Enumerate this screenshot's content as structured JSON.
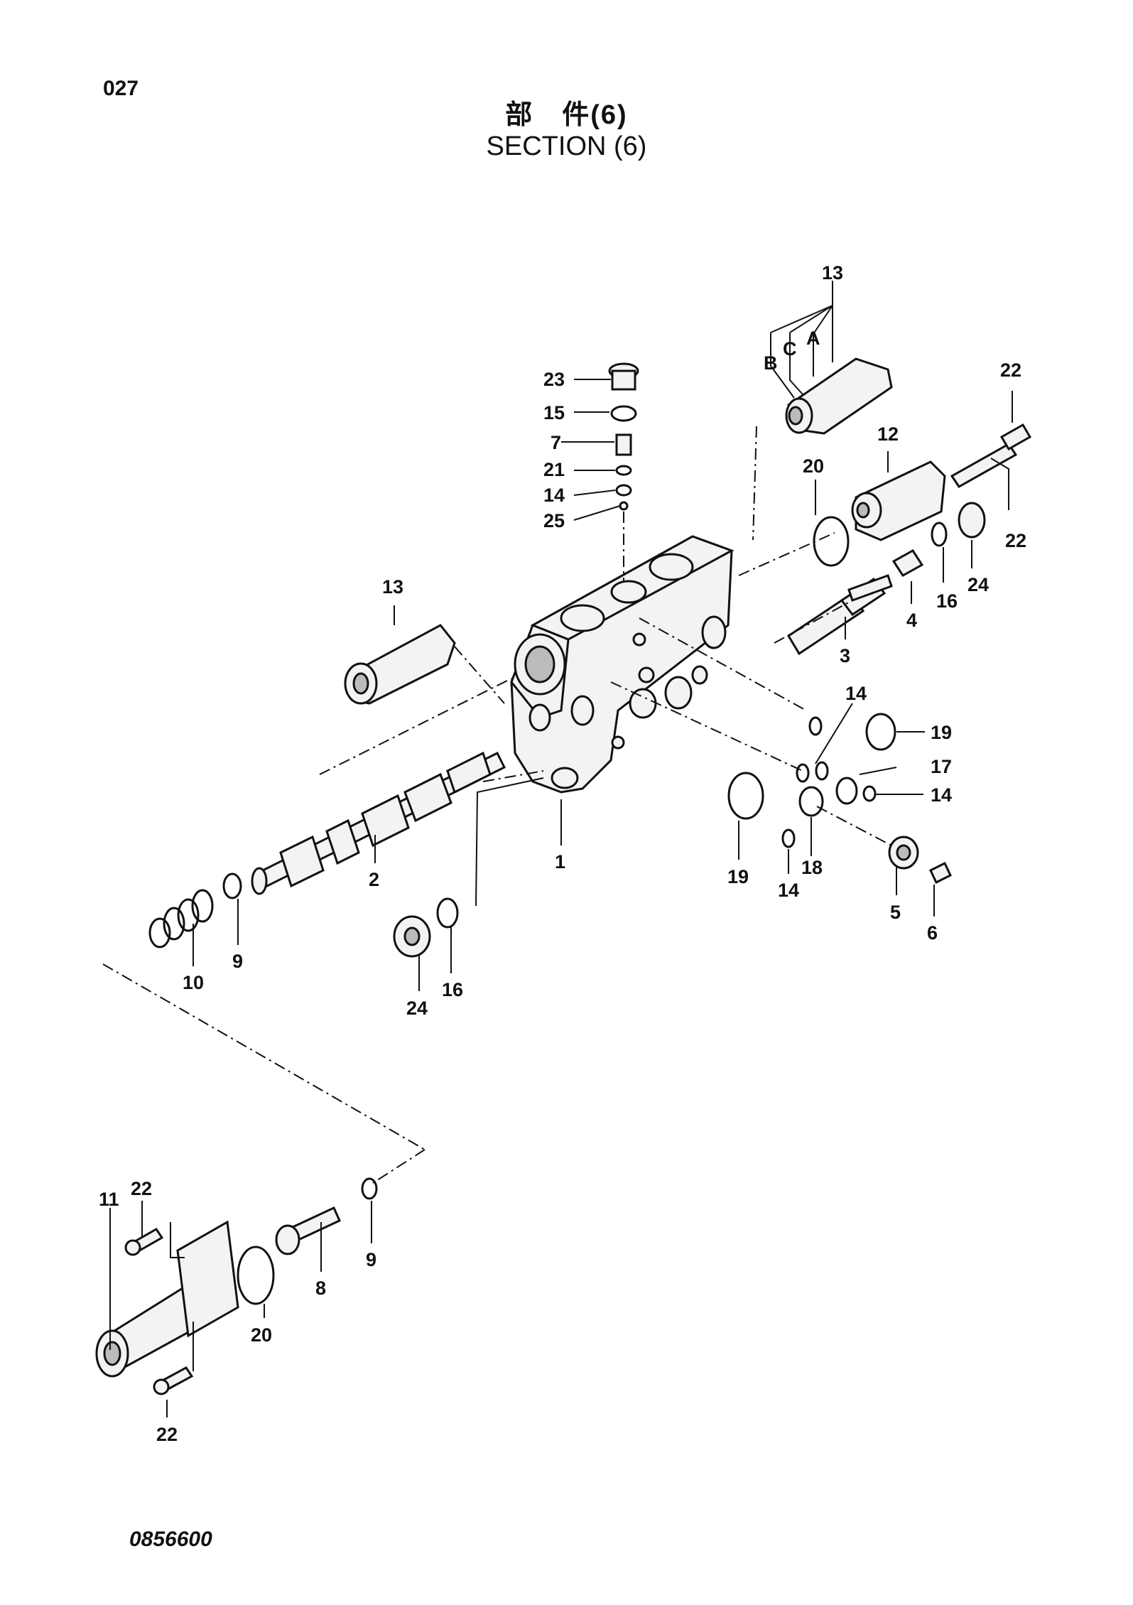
{
  "header": {
    "page_number": "027",
    "title_ja": "部　件(6)",
    "title_en": "SECTION (6)"
  },
  "footer": {
    "drawing_number": "0856600"
  },
  "callouts": [
    {
      "id": "c13a",
      "label": "13"
    },
    {
      "id": "cB",
      "label": "B"
    },
    {
      "id": "cC",
      "label": "C"
    },
    {
      "id": "cA",
      "label": "A"
    },
    {
      "id": "c22a",
      "label": "22"
    },
    {
      "id": "c23",
      "label": "23"
    },
    {
      "id": "c15",
      "label": "15"
    },
    {
      "id": "c7",
      "label": "7"
    },
    {
      "id": "c21",
      "label": "21"
    },
    {
      "id": "c14a",
      "label": "14"
    },
    {
      "id": "c25",
      "label": "25"
    },
    {
      "id": "c12",
      "label": "12"
    },
    {
      "id": "c20a",
      "label": "20"
    },
    {
      "id": "c22b",
      "label": "22"
    },
    {
      "id": "c24a",
      "label": "24"
    },
    {
      "id": "c16a",
      "label": "16"
    },
    {
      "id": "c4",
      "label": "4"
    },
    {
      "id": "c3",
      "label": "3"
    },
    {
      "id": "c13b",
      "label": "13"
    },
    {
      "id": "c14b",
      "label": "14"
    },
    {
      "id": "c19a",
      "label": "19"
    },
    {
      "id": "c17",
      "label": "17"
    },
    {
      "id": "c14c",
      "label": "14"
    },
    {
      "id": "c19b",
      "label": "19"
    },
    {
      "id": "c18",
      "label": "18"
    },
    {
      "id": "c14d",
      "label": "14"
    },
    {
      "id": "c5",
      "label": "5"
    },
    {
      "id": "c6",
      "label": "6"
    },
    {
      "id": "c1",
      "label": "1"
    },
    {
      "id": "c2",
      "label": "2"
    },
    {
      "id": "c9a",
      "label": "9"
    },
    {
      "id": "c10",
      "label": "10"
    },
    {
      "id": "c24b",
      "label": "24"
    },
    {
      "id": "c16b",
      "label": "16"
    },
    {
      "id": "c11",
      "label": "11"
    },
    {
      "id": "c22c",
      "label": "22"
    },
    {
      "id": "c20b",
      "label": "20"
    },
    {
      "id": "c8",
      "label": "8"
    },
    {
      "id": "c9b",
      "label": "9"
    },
    {
      "id": "c22d",
      "label": "22"
    }
  ]
}
